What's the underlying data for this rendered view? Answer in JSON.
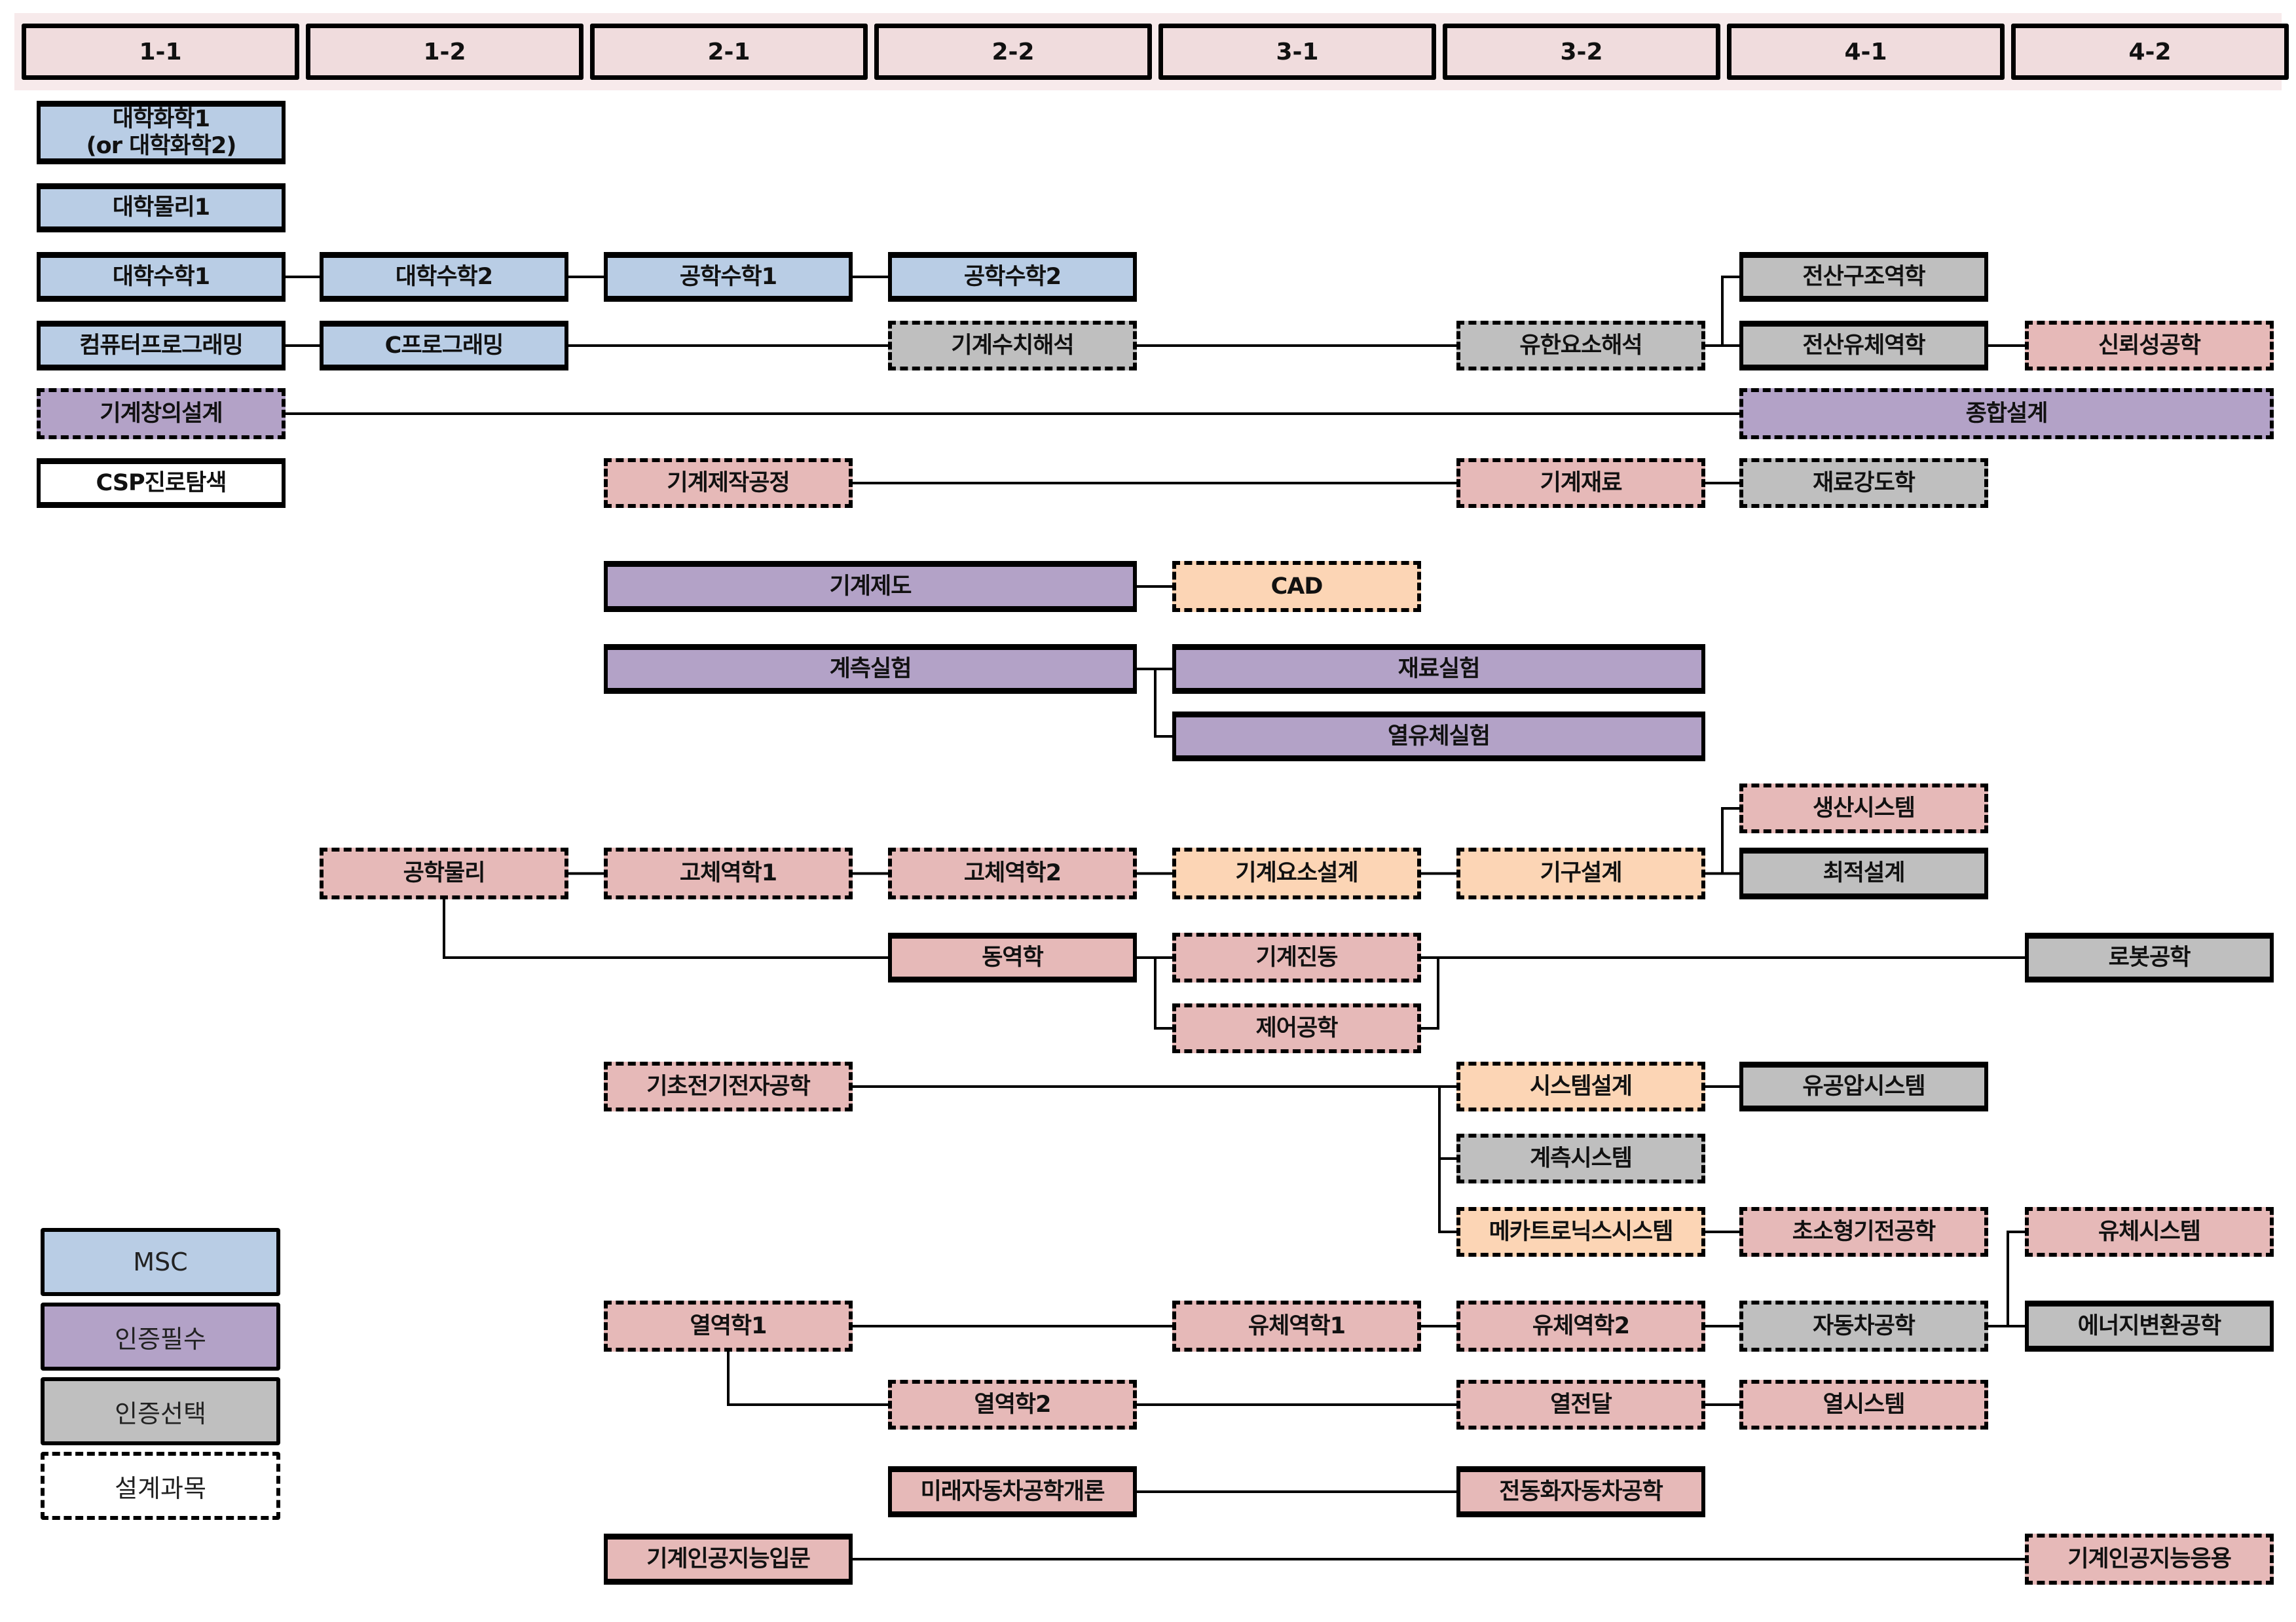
{
  "semesters": [
    "1-1",
    "1-2",
    "2-1",
    "2-2",
    "3-1",
    "3-2",
    "4-1",
    "4-2"
  ],
  "colors": {
    "msc": "#b9cde5",
    "required": "#b3a2c7",
    "elective": "#bfbfbf",
    "major": "#e6b9b8",
    "design_major": "#fcd5b5",
    "header": "#f0dcdd",
    "header_band": "#f7eaeb"
  },
  "legend": [
    {
      "label": "MSC",
      "type": "msc",
      "style": "solid"
    },
    {
      "label": "인증필수",
      "type": "required",
      "style": "solid"
    },
    {
      "label": "인증선택",
      "type": "elective",
      "style": "solid"
    },
    {
      "label": "설계과목",
      "type": "white",
      "style": "dashed"
    }
  ],
  "courses": [
    {
      "id": "chem1",
      "label": "대학화학1\n(or 대학화학2)",
      "sem": "1-1",
      "span": 1,
      "type": "msc",
      "style": "solid"
    },
    {
      "id": "phys1",
      "label": "대학물리1",
      "sem": "1-1",
      "span": 1,
      "type": "msc",
      "style": "solid"
    },
    {
      "id": "math1",
      "label": "대학수학1",
      "sem": "1-1",
      "span": 1,
      "type": "msc",
      "style": "solid"
    },
    {
      "id": "math2",
      "label": "대학수학2",
      "sem": "1-2",
      "span": 1,
      "type": "msc",
      "style": "solid"
    },
    {
      "id": "engmath1",
      "label": "공학수학1",
      "sem": "2-1",
      "span": 1,
      "type": "msc",
      "style": "solid"
    },
    {
      "id": "engmath2",
      "label": "공학수학2",
      "sem": "2-2",
      "span": 1,
      "type": "msc",
      "style": "solid"
    },
    {
      "id": "compsc",
      "label": "전산구조역학",
      "sem": "4-1",
      "span": 1,
      "type": "elective",
      "style": "solid"
    },
    {
      "id": "comprog",
      "label": "컴퓨터프로그래밍",
      "sem": "1-1",
      "span": 1,
      "type": "msc",
      "style": "solid"
    },
    {
      "id": "cprog",
      "label": "C프로그래밍",
      "sem": "1-2",
      "span": 1,
      "type": "msc",
      "style": "solid"
    },
    {
      "id": "numanal",
      "label": "기계수치해석",
      "sem": "2-2",
      "span": 1,
      "type": "elective",
      "style": "dashed"
    },
    {
      "id": "fem",
      "label": "유한요소해석",
      "sem": "3-2",
      "span": 1,
      "type": "elective",
      "style": "dashed"
    },
    {
      "id": "cfd",
      "label": "전산유체역학",
      "sem": "4-1",
      "span": 1,
      "type": "elective",
      "style": "solid"
    },
    {
      "id": "reliab",
      "label": "신뢰성공학",
      "sem": "4-2",
      "span": 1,
      "type": "major",
      "style": "dashed"
    },
    {
      "id": "creative",
      "label": "기계창의설계",
      "sem": "1-1",
      "span": 1,
      "type": "required",
      "style": "dashed"
    },
    {
      "id": "capstone",
      "label": "종합설계",
      "sem": "4-1",
      "span": 2,
      "type": "required",
      "style": "dashed"
    },
    {
      "id": "csp",
      "label": "CSP진로탐색",
      "sem": "1-1",
      "span": 1,
      "type": "white",
      "style": "solid"
    },
    {
      "id": "mfg",
      "label": "기계제작공정",
      "sem": "2-1",
      "span": 1,
      "type": "major",
      "style": "dashed"
    },
    {
      "id": "mater",
      "label": "기계재료",
      "sem": "3-2",
      "span": 1,
      "type": "major",
      "style": "dashed"
    },
    {
      "id": "strength",
      "label": "재료강도학",
      "sem": "4-1",
      "span": 1,
      "type": "elective",
      "style": "dashed"
    },
    {
      "id": "drawing",
      "label": "기계제도",
      "sem": "2-1",
      "span": 2,
      "type": "required",
      "style": "solid"
    },
    {
      "id": "cad",
      "label": "CAD",
      "sem": "3-1",
      "span": 1,
      "type": "design_major",
      "style": "dashed"
    },
    {
      "id": "measlab",
      "label": "계측실험",
      "sem": "2-1",
      "span": 2,
      "type": "required",
      "style": "solid"
    },
    {
      "id": "matlab",
      "label": "재료실험",
      "sem": "3-1",
      "span": 2,
      "type": "required",
      "style": "solid"
    },
    {
      "id": "thermolab",
      "label": "열유체실험",
      "sem": "3-1",
      "span": 2,
      "type": "required",
      "style": "solid"
    },
    {
      "id": "prodsys",
      "label": "생산시스템",
      "sem": "4-1",
      "span": 1,
      "type": "major",
      "style": "dashed"
    },
    {
      "id": "engphys",
      "label": "공학물리",
      "sem": "1-2",
      "span": 1,
      "type": "major",
      "style": "dashed"
    },
    {
      "id": "solid1",
      "label": "고체역학1",
      "sem": "2-1",
      "span": 1,
      "type": "major",
      "style": "dashed"
    },
    {
      "id": "solid2",
      "label": "고체역학2",
      "sem": "2-2",
      "span": 1,
      "type": "major",
      "style": "dashed"
    },
    {
      "id": "elemdes",
      "label": "기계요소설계",
      "sem": "3-1",
      "span": 1,
      "type": "design_major",
      "style": "dashed"
    },
    {
      "id": "mechdes",
      "label": "기구설계",
      "sem": "3-2",
      "span": 1,
      "type": "design_major",
      "style": "dashed"
    },
    {
      "id": "optdes",
      "label": "최적설계",
      "sem": "4-1",
      "span": 1,
      "type": "elective",
      "style": "solid"
    },
    {
      "id": "dynamics",
      "label": "동역학",
      "sem": "2-2",
      "span": 1,
      "type": "major",
      "style": "solid"
    },
    {
      "id": "vibr",
      "label": "기계진동",
      "sem": "3-1",
      "span": 1,
      "type": "major",
      "style": "dashed"
    },
    {
      "id": "control",
      "label": "제어공학",
      "sem": "3-1",
      "span": 1,
      "type": "major",
      "style": "dashed"
    },
    {
      "id": "robot",
      "label": "로봇공학",
      "sem": "4-2",
      "span": 1,
      "type": "elective",
      "style": "solid"
    },
    {
      "id": "elec",
      "label": "기초전기전자공학",
      "sem": "2-1",
      "span": 1,
      "type": "major",
      "style": "dashed"
    },
    {
      "id": "sysdes",
      "label": "시스템설계",
      "sem": "3-2",
      "span": 1,
      "type": "design_major",
      "style": "dashed"
    },
    {
      "id": "hydr",
      "label": "유공압시스템",
      "sem": "4-1",
      "span": 1,
      "type": "elective",
      "style": "solid"
    },
    {
      "id": "meassys",
      "label": "계측시스템",
      "sem": "3-2",
      "span": 1,
      "type": "elective",
      "style": "dashed"
    },
    {
      "id": "mecha",
      "label": "메카트로닉스시스템",
      "sem": "3-2",
      "span": 1,
      "type": "design_major",
      "style": "dashed"
    },
    {
      "id": "mems",
      "label": "초소형기전공학",
      "sem": "4-1",
      "span": 1,
      "type": "major",
      "style": "dashed"
    },
    {
      "id": "fluidsys",
      "label": "유체시스템",
      "sem": "4-2",
      "span": 1,
      "type": "major",
      "style": "dashed"
    },
    {
      "id": "thermo1",
      "label": "열역학1",
      "sem": "2-1",
      "span": 1,
      "type": "major",
      "style": "dashed"
    },
    {
      "id": "fluid1",
      "label": "유체역학1",
      "sem": "3-1",
      "span": 1,
      "type": "major",
      "style": "dashed"
    },
    {
      "id": "fluid2",
      "label": "유체역학2",
      "sem": "3-2",
      "span": 1,
      "type": "major",
      "style": "dashed"
    },
    {
      "id": "auto",
      "label": "자동차공학",
      "sem": "4-1",
      "span": 1,
      "type": "elective",
      "style": "dashed"
    },
    {
      "id": "energy",
      "label": "에너지변환공학",
      "sem": "4-2",
      "span": 1,
      "type": "elective",
      "style": "solid"
    },
    {
      "id": "thermo2",
      "label": "열역학2",
      "sem": "2-2",
      "span": 1,
      "type": "major",
      "style": "dashed"
    },
    {
      "id": "heat",
      "label": "열전달",
      "sem": "3-2",
      "span": 1,
      "type": "major",
      "style": "dashed"
    },
    {
      "id": "thermsys",
      "label": "열시스템",
      "sem": "4-1",
      "span": 1,
      "type": "major",
      "style": "dashed"
    },
    {
      "id": "futurecar",
      "label": "미래자동차공학개론",
      "sem": "2-2",
      "span": 1,
      "type": "major",
      "style": "solid"
    },
    {
      "id": "ev",
      "label": "전동화자동차공학",
      "sem": "3-2",
      "span": 1,
      "type": "major",
      "style": "solid"
    },
    {
      "id": "aiintro",
      "label": "기계인공지능입문",
      "sem": "2-1",
      "span": 1,
      "type": "major",
      "style": "solid"
    },
    {
      "id": "aiapp",
      "label": "기계인공지능응용",
      "sem": "4-2",
      "span": 1,
      "type": "major",
      "style": "dashed"
    }
  ],
  "links": [
    [
      "math1",
      "math2"
    ],
    [
      "math2",
      "engmath1"
    ],
    [
      "engmath1",
      "engmath2"
    ],
    [
      "comprog",
      "cprog"
    ],
    [
      "cprog",
      "numanal"
    ],
    [
      "numanal",
      "fem"
    ],
    [
      "fem",
      "cfd"
    ],
    [
      "fem",
      "compsc"
    ],
    [
      "cfd",
      "reliab"
    ],
    [
      "creative",
      "capstone"
    ],
    [
      "mfg",
      "mater"
    ],
    [
      "mater",
      "strength"
    ],
    [
      "drawing",
      "cad"
    ],
    [
      "measlab",
      "matlab"
    ],
    [
      "measlab",
      "thermolab"
    ],
    [
      "engphys",
      "solid1"
    ],
    [
      "solid1",
      "solid2"
    ],
    [
      "solid2",
      "elemdes"
    ],
    [
      "elemdes",
      "mechdes"
    ],
    [
      "mechdes",
      "optdes"
    ],
    [
      "mechdes",
      "prodsys"
    ],
    [
      "engphys",
      "dynamics"
    ],
    [
      "dynamics",
      "vibr"
    ],
    [
      "dynamics",
      "control"
    ],
    [
      "vibr",
      "robot"
    ],
    [
      "control",
      "robot"
    ],
    [
      "elec",
      "sysdes"
    ],
    [
      "elec",
      "meassys"
    ],
    [
      "elec",
      "mecha"
    ],
    [
      "sysdes",
      "hydr"
    ],
    [
      "mecha",
      "mems"
    ],
    [
      "thermo1",
      "fluid1"
    ],
    [
      "fluid1",
      "fluid2"
    ],
    [
      "fluid2",
      "auto"
    ],
    [
      "auto",
      "fluidsys"
    ],
    [
      "auto",
      "energy"
    ],
    [
      "thermo1",
      "thermo2"
    ],
    [
      "thermo2",
      "heat"
    ],
    [
      "heat",
      "thermsys"
    ],
    [
      "futurecar",
      "ev"
    ],
    [
      "aiintro",
      "aiapp"
    ]
  ]
}
